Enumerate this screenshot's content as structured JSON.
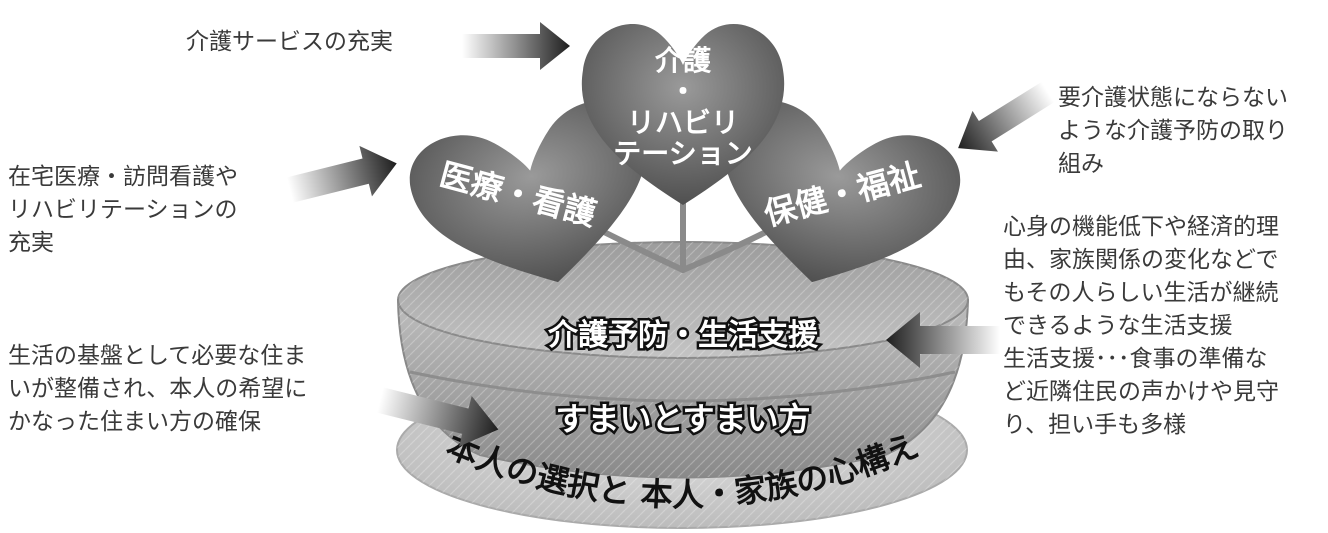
{
  "colors": {
    "leaf": "#6f6f6f",
    "basket": "#a9a9a9",
    "mat": "#c8c8c8",
    "label": "#ffffff",
    "base_label": "#111111",
    "arrow": "#222222",
    "note": "#3a3a3a"
  },
  "leaves": {
    "center": "介護\n・\nリハビリ\nテーション",
    "left": "医療・看護",
    "right": "保健・福祉"
  },
  "bowl": {
    "upper": "介護予防・生活支援",
    "lower": "すまいとすまい方"
  },
  "plate": {
    "label": "本人の選択と 本人・家族の心構え"
  },
  "annotations": {
    "top": "介護サービスの充実",
    "left_upper": "在宅医療・訪問看護や\nリハビリテーションの\n充実",
    "left_lower": "生活の基盤として必要な住ま\nいが整備され、本人の希望に\nかなった住まい方の確保",
    "right_upper": "要介護状態にならない\nような介護予防の取り\n組み",
    "right_lower": "心身の機能低下や経済的理\n由、家族関係の変化などで\nもその人らしい生活が継続\nできるような生活支援\n生活支援･･･食事の準備な\nど近隣住民の声かけや見守\nり、担い手も多様"
  }
}
